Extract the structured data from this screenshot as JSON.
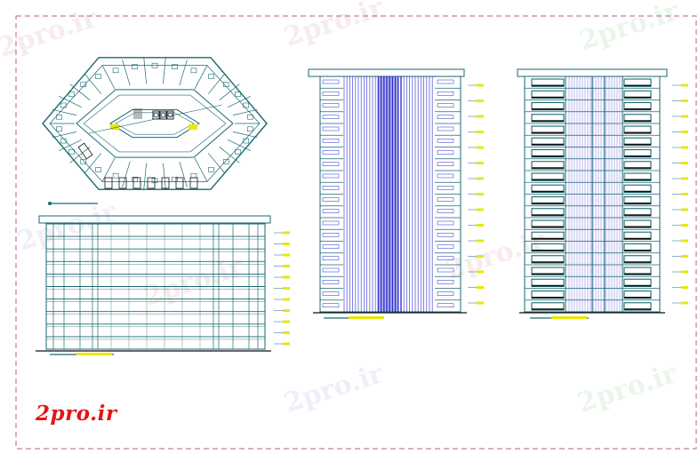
{
  "watermark_text": "2pro.ir",
  "logo_text": "2pro.ir",
  "colors": {
    "frame": "#b05f8a",
    "line": "#1a6a72",
    "blue": "#2a2ad0",
    "marker": "#e8e800",
    "watermark": "#f0d6d6"
  },
  "views": {
    "plan": "hexagonal-floor-plan",
    "elevation_wide": "wide-building-elevation",
    "elevation_blue": "tower-elevation-blue",
    "elevation_side": "tower-side-elevation"
  }
}
